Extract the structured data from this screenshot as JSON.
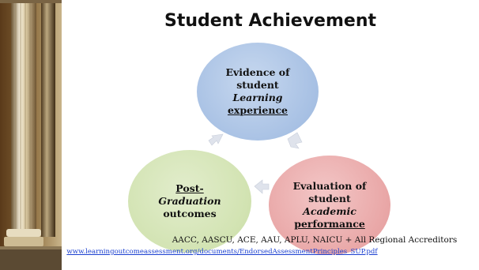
{
  "slide": {
    "title": "Student Achievement",
    "circles": [
      {
        "line1": "Evidence of",
        "line2": "student",
        "line3": "Learning",
        "line4": "experience"
      },
      {
        "line1": "Evaluation of",
        "line2": "student",
        "line3": "Academic",
        "line4": "performance"
      },
      {
        "line1": "Post-",
        "line2": "Graduation",
        "line3": "outcomes"
      }
    ],
    "footer": "AACC, AASCU, ACE, AAU, APLU, NAICU + All Regional Accreditors",
    "link": "www.learningoutcomeassessment.org/documents/EndorsedAssessmentPrinciples_SUP.pdf"
  },
  "colors": {
    "circle_blue": "#a8c1e4",
    "circle_pink": "#e9a7a7",
    "circle_green": "#d2e3b2",
    "arrow": "#dfe3ec",
    "link": "#1a3fd0"
  },
  "icons": [
    "classical-columns-image",
    "cycle-arrow-icon"
  ]
}
